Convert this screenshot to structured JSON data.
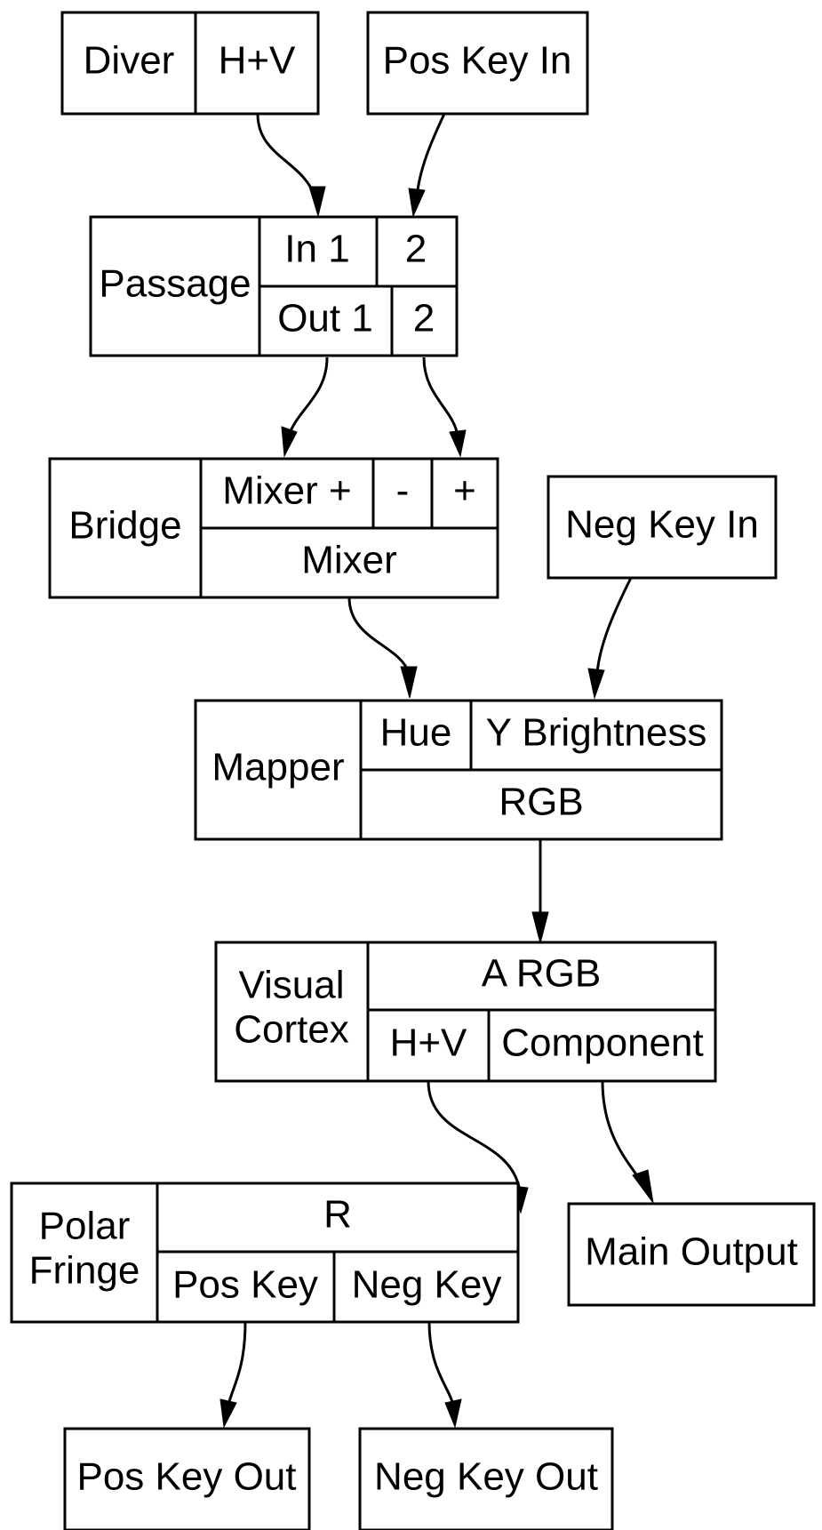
{
  "nodes": {
    "diver": {
      "name": "Diver",
      "port": "H+V"
    },
    "pos_key_in": {
      "label": "Pos Key In"
    },
    "passage": {
      "name": "Passage",
      "in1": "In 1",
      "in2": "2",
      "out1": "Out 1",
      "out2": "2"
    },
    "bridge": {
      "name": "Bridge",
      "mixer_plus": "Mixer +",
      "minus": "-",
      "plus": "+",
      "mixer": "Mixer"
    },
    "neg_key_in": {
      "label": "Neg Key In"
    },
    "mapper": {
      "name": "Mapper",
      "hue": "Hue",
      "y_brightness": "Y Brightness",
      "rgb": "RGB"
    },
    "visual_cortex": {
      "name_line1": "Visual",
      "name_line2": "Cortex",
      "a_rgb": "A RGB",
      "hv": "H+V",
      "component": "Component"
    },
    "polar_fringe": {
      "name_line1": "Polar",
      "name_line2": "Fringe",
      "r": "R",
      "pos_key": "Pos Key",
      "neg_key": "Neg Key"
    },
    "main_output": {
      "label": "Main Output"
    },
    "pos_key_out": {
      "label": "Pos Key Out"
    },
    "neg_key_out": {
      "label": "Neg Key Out"
    }
  },
  "edges": [
    {
      "from": "Diver H+V",
      "to": "Passage In 1"
    },
    {
      "from": "Pos Key In",
      "to": "Passage 2"
    },
    {
      "from": "Passage Out 1",
      "to": "Bridge Mixer +"
    },
    {
      "from": "Passage 2",
      "to": "Bridge +"
    },
    {
      "from": "Bridge Mixer",
      "to": "Mapper Hue"
    },
    {
      "from": "Neg Key In",
      "to": "Mapper Y Brightness"
    },
    {
      "from": "Mapper RGB",
      "to": "Visual Cortex A RGB"
    },
    {
      "from": "Visual Cortex H+V",
      "to": "Polar Fringe R"
    },
    {
      "from": "Visual Cortex Component",
      "to": "Main Output"
    },
    {
      "from": "Polar Fringe Pos Key",
      "to": "Pos Key Out"
    },
    {
      "from": "Polar Fringe Neg Key",
      "to": "Neg Key Out"
    }
  ]
}
